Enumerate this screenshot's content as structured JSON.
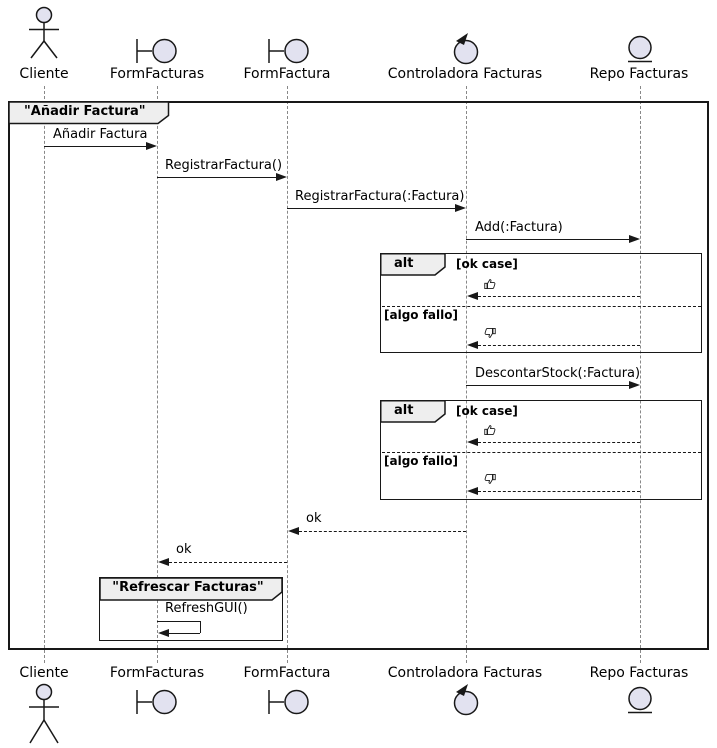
{
  "diagram": {
    "kind": "uml-sequence-diagram",
    "main_frame": {
      "title": "\"Añadir Factura\""
    },
    "refresh_frame": {
      "title": "\"Refrescar Facturas\""
    },
    "participants": [
      {
        "name": "Cliente",
        "kind": "actor",
        "icon": "actor-icon"
      },
      {
        "name": "FormFacturas",
        "kind": "boundary",
        "icon": "boundary-icon"
      },
      {
        "name": "FormFactura",
        "kind": "boundary",
        "icon": "boundary-icon"
      },
      {
        "name": "Controladora Facturas",
        "kind": "control",
        "icon": "control-icon"
      },
      {
        "name": "Repo Facturas",
        "kind": "entity",
        "icon": "entity-icon"
      }
    ],
    "messages": {
      "anadir_factura": "Añadir Factura",
      "registrar_factura": "RegistrarFactura()",
      "registrar_factura_arg": "RegistrarFactura(:Factura)",
      "add_factura": "Add(:Factura)",
      "descontar_stock": "DescontarStock(:Factura)",
      "ok_to_formfactura": "ok",
      "ok_to_formfacturas": "ok",
      "refresh_gui": "RefreshGUI()"
    },
    "alt_fragment_1": {
      "keyword": "alt",
      "guard_success": "[ok case]",
      "guard_failure": "[algo fallo]",
      "success_icon": "thumbs-up-icon",
      "failure_icon": "thumbs-down-icon"
    },
    "alt_fragment_2": {
      "keyword": "alt",
      "guard_success": "[ok case]",
      "guard_failure": "[algo fallo]",
      "success_icon": "thumbs-up-icon",
      "failure_icon": "thumbs-down-icon"
    },
    "colors": {
      "participant_fill": "#E2E2F0",
      "stroke": "#181818",
      "frame_tab_fill": "#EEEEEE",
      "lifeline": "#888888",
      "background": "#FFFFFF"
    }
  }
}
